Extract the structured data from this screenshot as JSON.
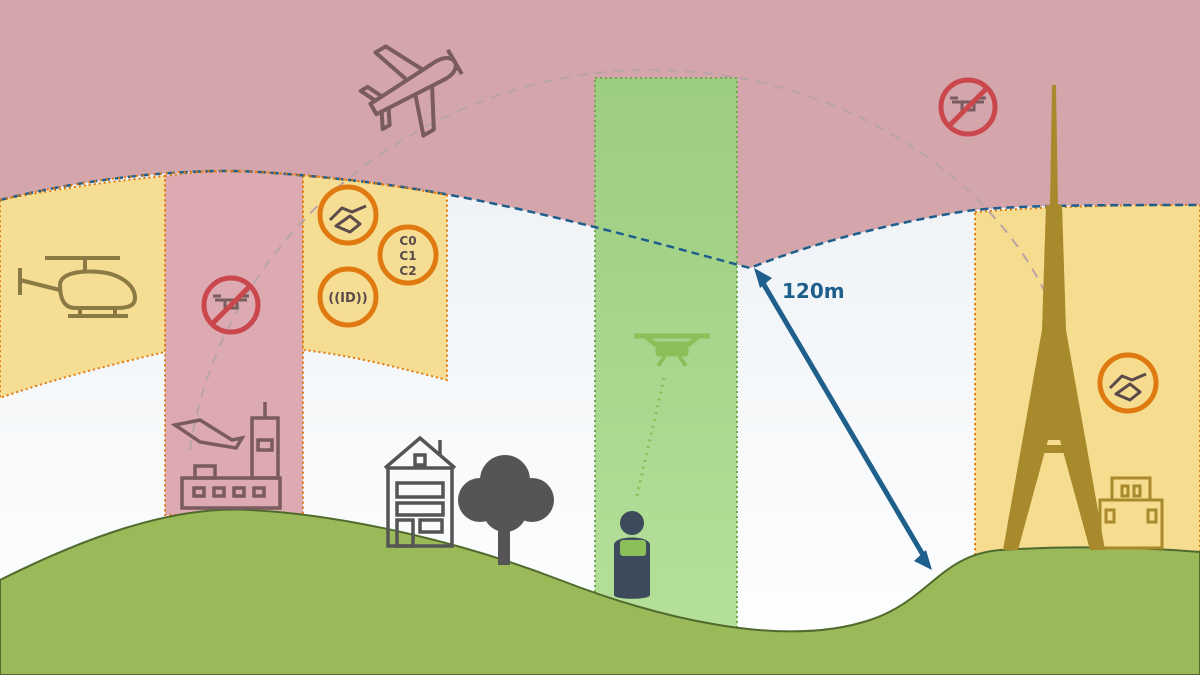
{
  "height_label": "120m",
  "certification_classes": [
    "C0",
    "C1",
    "C2"
  ],
  "remote_id_label": "((ID))",
  "colors": {
    "restricted_red": "#d9a7ad",
    "caution_yellow": "#f5dc8e",
    "allowed_green": "#a3d486",
    "ground_green": "#9aba5a",
    "limit_line_blue": "#1f5f8b",
    "badge_orange": "#e07a10",
    "no_drone_red": "#c9474d",
    "icon_brown": "#7a5b5e",
    "tower_gold": "#a88a2c"
  },
  "icons": [
    "airplane-icon",
    "helicopter-icon",
    "no-drone-icon",
    "handshake-icon",
    "remote-id-icon",
    "drone-icon",
    "pilot-icon",
    "airport-tower-icon",
    "house-icon",
    "tree-icon",
    "tower-icon",
    "building-icon"
  ]
}
